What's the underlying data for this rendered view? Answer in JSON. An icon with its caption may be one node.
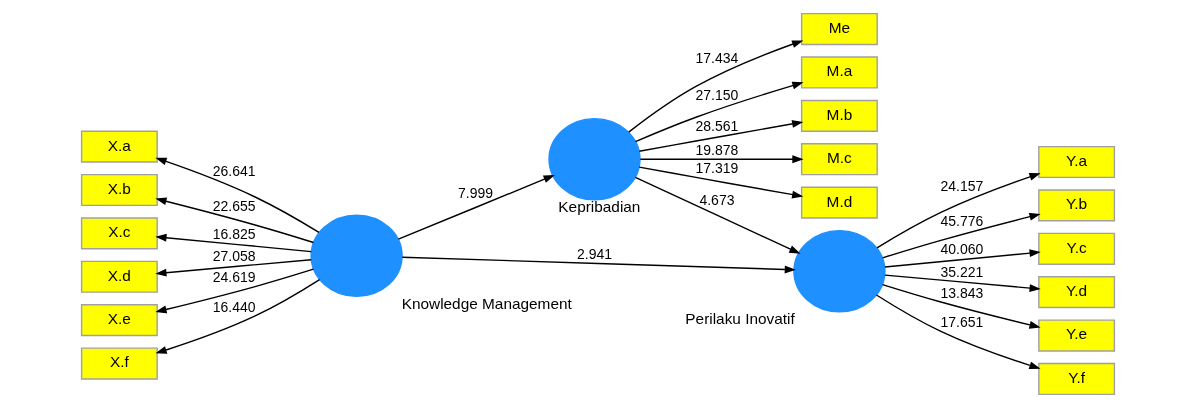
{
  "diagram": {
    "nodes": [
      {
        "text": [],
        "shape": "circle",
        "beside": [
          "Knowledge Management"
        ]
      },
      {
        "text": [],
        "shape": "circle",
        "beside": [
          "Kepribadian"
        ]
      },
      {
        "text": [],
        "shape": "circle",
        "beside": [
          "Perilaku Inovatif"
        ]
      },
      {
        "text": [
          "M.a"
        ]
      },
      {
        "text": [
          "M.b"
        ]
      },
      {
        "text": [
          "M.c"
        ]
      },
      {
        "text": [
          "M.d"
        ]
      },
      {
        "text": [
          "Me"
        ]
      },
      {
        "text": [
          "X.a"
        ]
      },
      {
        "text": [
          "X.b"
        ]
      },
      {
        "text": [
          "X.c"
        ]
      },
      {
        "text": [
          "X.d"
        ]
      },
      {
        "text": [
          "X.e"
        ]
      },
      {
        "text": [
          "X.f"
        ]
      },
      {
        "text": [
          "Y.a"
        ]
      },
      {
        "text": [
          "Y.b"
        ]
      },
      {
        "text": [
          "Y.c"
        ]
      },
      {
        "text": [
          "Y.d"
        ]
      },
      {
        "text": [
          "Y.e"
        ]
      },
      {
        "text": [
          "Y.f"
        ]
      }
    ],
    "edges": [
      {
        "from": 0,
        "to": 1,
        "arrow": "to",
        "label": "7.999"
      },
      {
        "from": 1,
        "to": 2,
        "arrow": "to",
        "label": "4.673"
      },
      {
        "from": 0,
        "to": 2,
        "arrow": "to",
        "label": "2.941"
      },
      {
        "from": 1,
        "to": 3,
        "arrow": "to",
        "label": "27.150"
      },
      {
        "from": 1,
        "to": 4,
        "arrow": "to",
        "label": "28.561"
      },
      {
        "from": 1,
        "to": 5,
        "arrow": "to",
        "label": "19.878"
      },
      {
        "from": 1,
        "to": 6,
        "arrow": "to",
        "label": "17.319"
      },
      {
        "from": 1,
        "to": 7,
        "arrow": "to",
        "label": "17.434"
      },
      {
        "from": 0,
        "to": 8,
        "arrow": "to",
        "label": "26.641"
      },
      {
        "from": 0,
        "to": 9,
        "arrow": "to",
        "label": "22.655"
      },
      {
        "from": 0,
        "to": 10,
        "arrow": "to",
        "label": "16.825"
      },
      {
        "from": 0,
        "to": 11,
        "arrow": "to",
        "label": "27.058"
      },
      {
        "from": 0,
        "to": 12,
        "arrow": "to",
        "label": "24.619"
      },
      {
        "from": 0,
        "to": 13,
        "arrow": "to",
        "label": "16.440"
      },
      {
        "from": 2,
        "to": 14,
        "arrow": "to",
        "label": "24.157"
      },
      {
        "from": 2,
        "to": 15,
        "arrow": "to",
        "label": "45.776"
      },
      {
        "from": 2,
        "to": 16,
        "arrow": "to",
        "label": "40.060"
      },
      {
        "from": 2,
        "to": 17,
        "arrow": "to",
        "label": "35.221"
      },
      {
        "from": 2,
        "to": 18,
        "arrow": "to",
        "label": "13.843"
      },
      {
        "from": 2,
        "to": 19,
        "arrow": "to",
        "label": "17.651"
      }
    ]
  }
}
